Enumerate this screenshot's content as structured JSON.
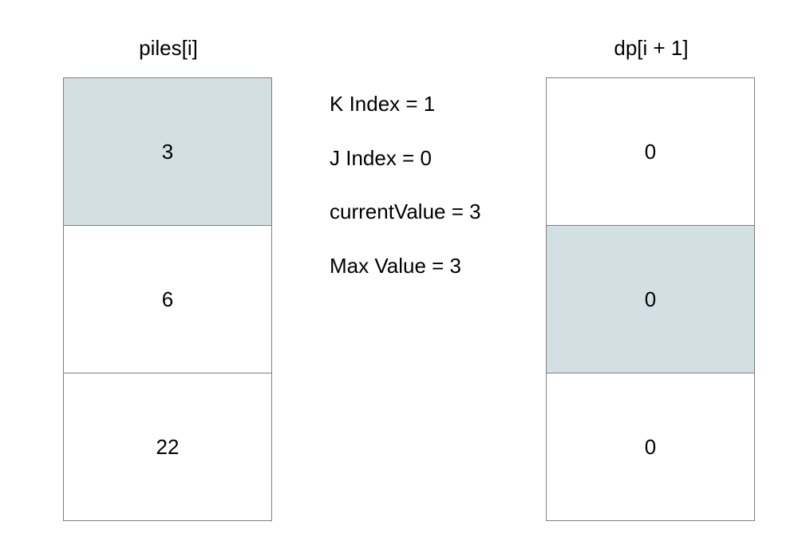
{
  "piles": {
    "title": "piles[i]",
    "cells": [
      {
        "value": "3",
        "highlighted": true
      },
      {
        "value": "6",
        "highlighted": false
      },
      {
        "value": "22",
        "highlighted": false
      }
    ]
  },
  "dp": {
    "title": "dp[i + 1]",
    "cells": [
      {
        "value": "0",
        "highlighted": false
      },
      {
        "value": "0",
        "highlighted": true
      },
      {
        "value": "0",
        "highlighted": false
      }
    ]
  },
  "info": [
    "K Index = 1",
    "J Index = 0",
    "currentValue = 3",
    "Max Value = 3"
  ],
  "colors": {
    "highlight": "#d3e0e3",
    "border": "#7f7f7f"
  }
}
